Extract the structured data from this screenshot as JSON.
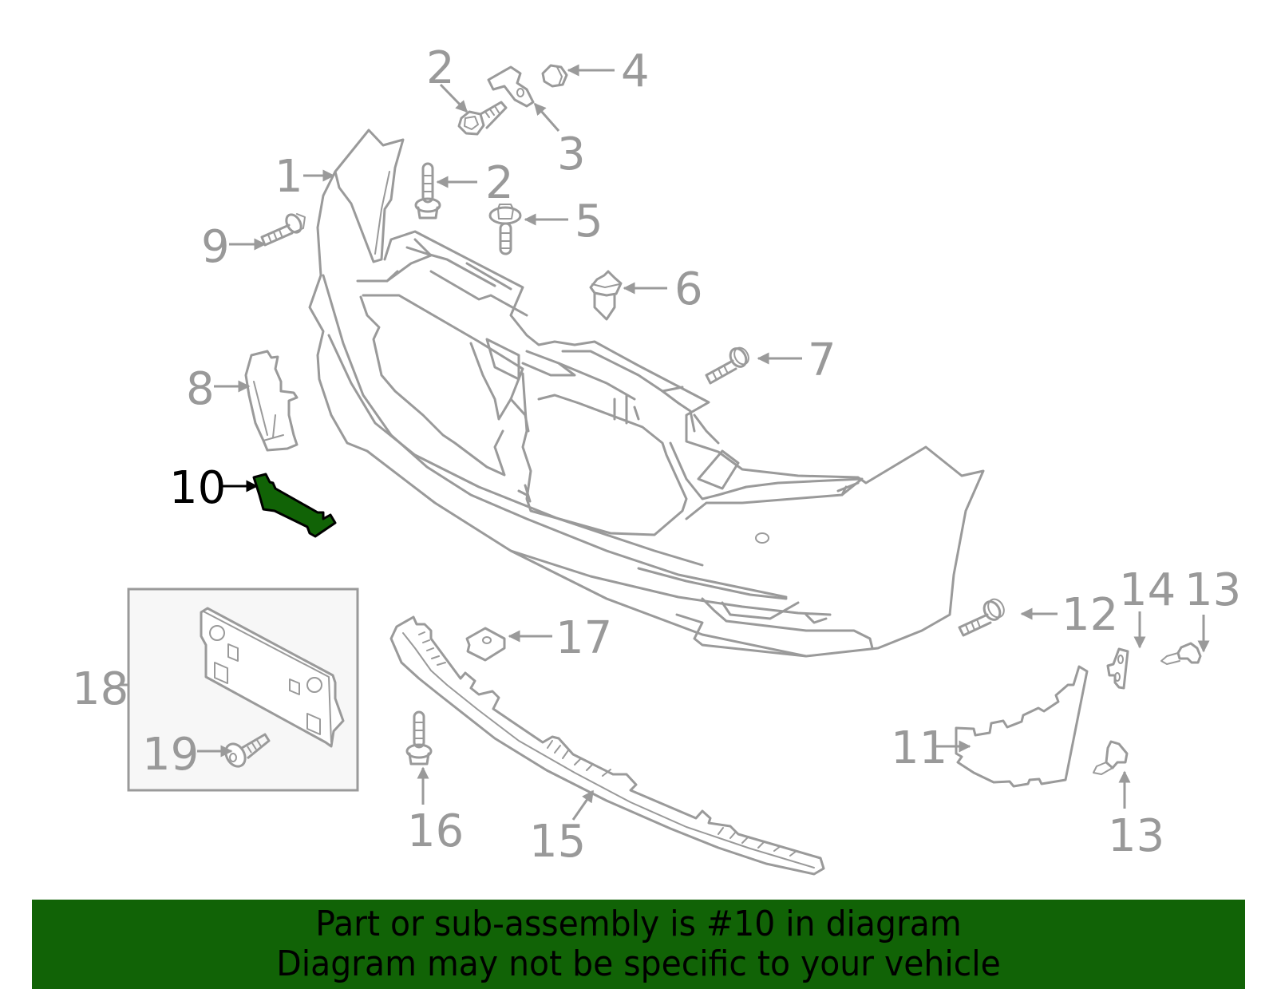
{
  "diagram": {
    "title": "Front bumper assembly parts diagram",
    "highlighted_part": "10",
    "colors": {
      "line": "#9a9a9a",
      "highlight_fill": "#116306",
      "highlight_stroke": "#000000",
      "inset_fill": "#f7f7f7",
      "banner": "#116306"
    },
    "callouts": [
      {
        "id": "c1",
        "label": "1"
      },
      {
        "id": "c2a",
        "label": "2"
      },
      {
        "id": "c2b",
        "label": "2"
      },
      {
        "id": "c3",
        "label": "3"
      },
      {
        "id": "c4",
        "label": "4"
      },
      {
        "id": "c5",
        "label": "5"
      },
      {
        "id": "c6",
        "label": "6"
      },
      {
        "id": "c7",
        "label": "7"
      },
      {
        "id": "c8",
        "label": "8"
      },
      {
        "id": "c9",
        "label": "9"
      },
      {
        "id": "c10",
        "label": "10"
      },
      {
        "id": "c11",
        "label": "11"
      },
      {
        "id": "c12",
        "label": "12"
      },
      {
        "id": "c13a",
        "label": "13"
      },
      {
        "id": "c13b",
        "label": "13"
      },
      {
        "id": "c14",
        "label": "14"
      },
      {
        "id": "c15",
        "label": "15"
      },
      {
        "id": "c16",
        "label": "16"
      },
      {
        "id": "c17",
        "label": "17"
      },
      {
        "id": "c18",
        "label": "18"
      },
      {
        "id": "c19",
        "label": "19"
      }
    ]
  },
  "banner": {
    "line1": "Part or sub-assembly is #10 in diagram",
    "line2": "Diagram may not be specific to your vehicle"
  }
}
